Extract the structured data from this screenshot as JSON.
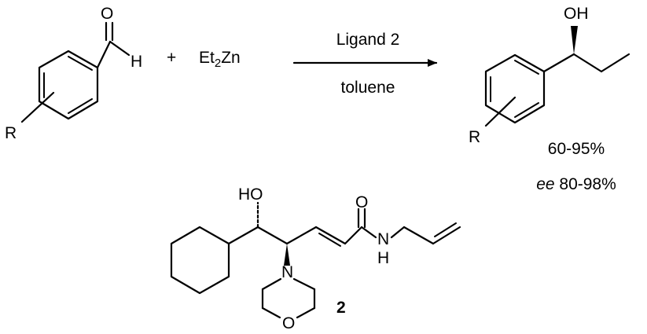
{
  "reaction": {
    "reactant_aldehyde": {
      "o_label": "O",
      "h_label": "H",
      "r_label": "R"
    },
    "plus_sign": "+",
    "reagent": {
      "main": "Et",
      "subscript": "2",
      "tail": "Zn"
    },
    "arrow": {
      "above": "Ligand 2",
      "below": "toluene"
    },
    "product": {
      "oh_label": "OH",
      "r_label": "R"
    },
    "yield_text": "60-95%",
    "ee": {
      "prefix": "ee",
      "value": " 80-98%"
    }
  },
  "ligand": {
    "ho_label": "HO",
    "o_label": "O",
    "n_amide_label": "N",
    "h_amide_label": "H",
    "n_morph_label": "N",
    "o_morph_label": "O",
    "compound_number": "2"
  },
  "colors": {
    "ink": "#000000",
    "background": "#ffffff"
  }
}
